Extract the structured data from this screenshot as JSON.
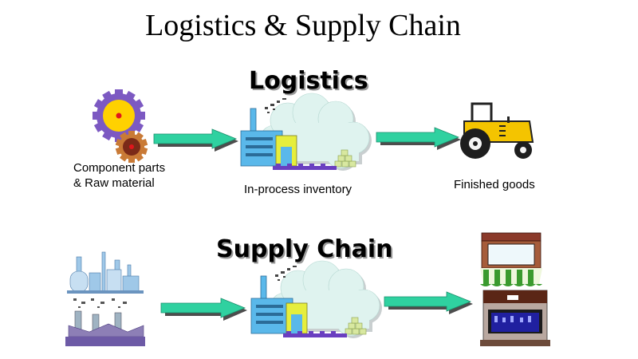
{
  "title": "Logistics & Supply Chain",
  "sections": {
    "logistics": {
      "heading": "Logistics",
      "stages": [
        {
          "caption_line1": "Component parts",
          "caption_line2": "& Raw material",
          "icon": "gears-icon"
        },
        {
          "caption": "In-process inventory",
          "icon": "factory-icon"
        },
        {
          "caption": "Finished goods",
          "icon": "tractor-icon"
        }
      ]
    },
    "supply_chain": {
      "heading": "Supply Chain",
      "stages": [
        {
          "icon": "suppliers-plants-icon"
        },
        {
          "icon": "factory-icon"
        },
        {
          "icon": "retail-stores-icon"
        }
      ]
    }
  },
  "colors": {
    "arrow_fill": "#2fd1a0",
    "arrow_shadow": "#4d4d4d",
    "cloud": "#dff3ef",
    "factory": "#5ab8ea",
    "gear_purple": "#7c59c2",
    "gear_yellow": "#ffd100",
    "tractor": "#f4c400",
    "store_green": "#3a9a2e"
  }
}
